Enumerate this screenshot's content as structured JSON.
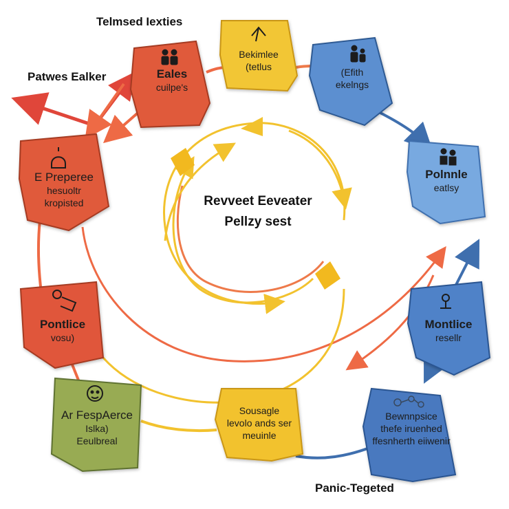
{
  "labels": {
    "top_title": "Telmsed Iexties",
    "left_title": "Patwes Ealker",
    "bottom_title": "Panic-Tegeted"
  },
  "center": {
    "line1": "Revveet Eeveater",
    "line2": "Pellzy sest"
  },
  "nodes": [
    {
      "id": "eales",
      "line1": "Eales",
      "line2": "cuilpe's",
      "line3": "",
      "icon": "people-icon",
      "color": "#e05a3a"
    },
    {
      "id": "bekimlee",
      "line1": "Bekimlee",
      "line2": "(tetlus",
      "line3": "",
      "icon": "arrow-up-icon",
      "color": "#f2c636"
    },
    {
      "id": "efith",
      "line1": "(Efith",
      "line2": "ekelngs",
      "line3": "",
      "icon": "family-icon",
      "color": "#5b8fd0"
    },
    {
      "id": "polnnle",
      "line1": "Polnnle",
      "line2": "eatlsy",
      "line3": "",
      "icon": "group-icon",
      "color": "#78a9e0"
    },
    {
      "id": "montlice-right",
      "line1": "Montlice",
      "line2": "resellr",
      "line3": "",
      "icon": "person-icon",
      "color": "#4f82c8"
    },
    {
      "id": "bewnnpsice",
      "line1": "Bewnnpsice",
      "line2": "thefe iruenhed",
      "line3": "ffesnherth eiiwenir",
      "icon": "network-icon",
      "color": "#4a79bf"
    },
    {
      "id": "sousagle",
      "line1": "Sousagle",
      "line2": "levolo ands ser",
      "line3": "meuinle",
      "icon": "",
      "color": "#f2c22e"
    },
    {
      "id": "ar-fespaerce",
      "line1": "Ar FespAerce",
      "line2": "Islka)",
      "line3": "Eeulbreal",
      "icon": "face-icon",
      "color": "#98ab52"
    },
    {
      "id": "pontlice",
      "line1": "Pontlice",
      "line2": "vosu)",
      "line3": "",
      "icon": "hands-icon",
      "color": "#e0573a"
    },
    {
      "id": "preperee",
      "line1": "E Preperee",
      "line2": "hesuoltr",
      "line3": "kropisted",
      "icon": "bell-icon",
      "color": "#e05a3a"
    }
  ]
}
